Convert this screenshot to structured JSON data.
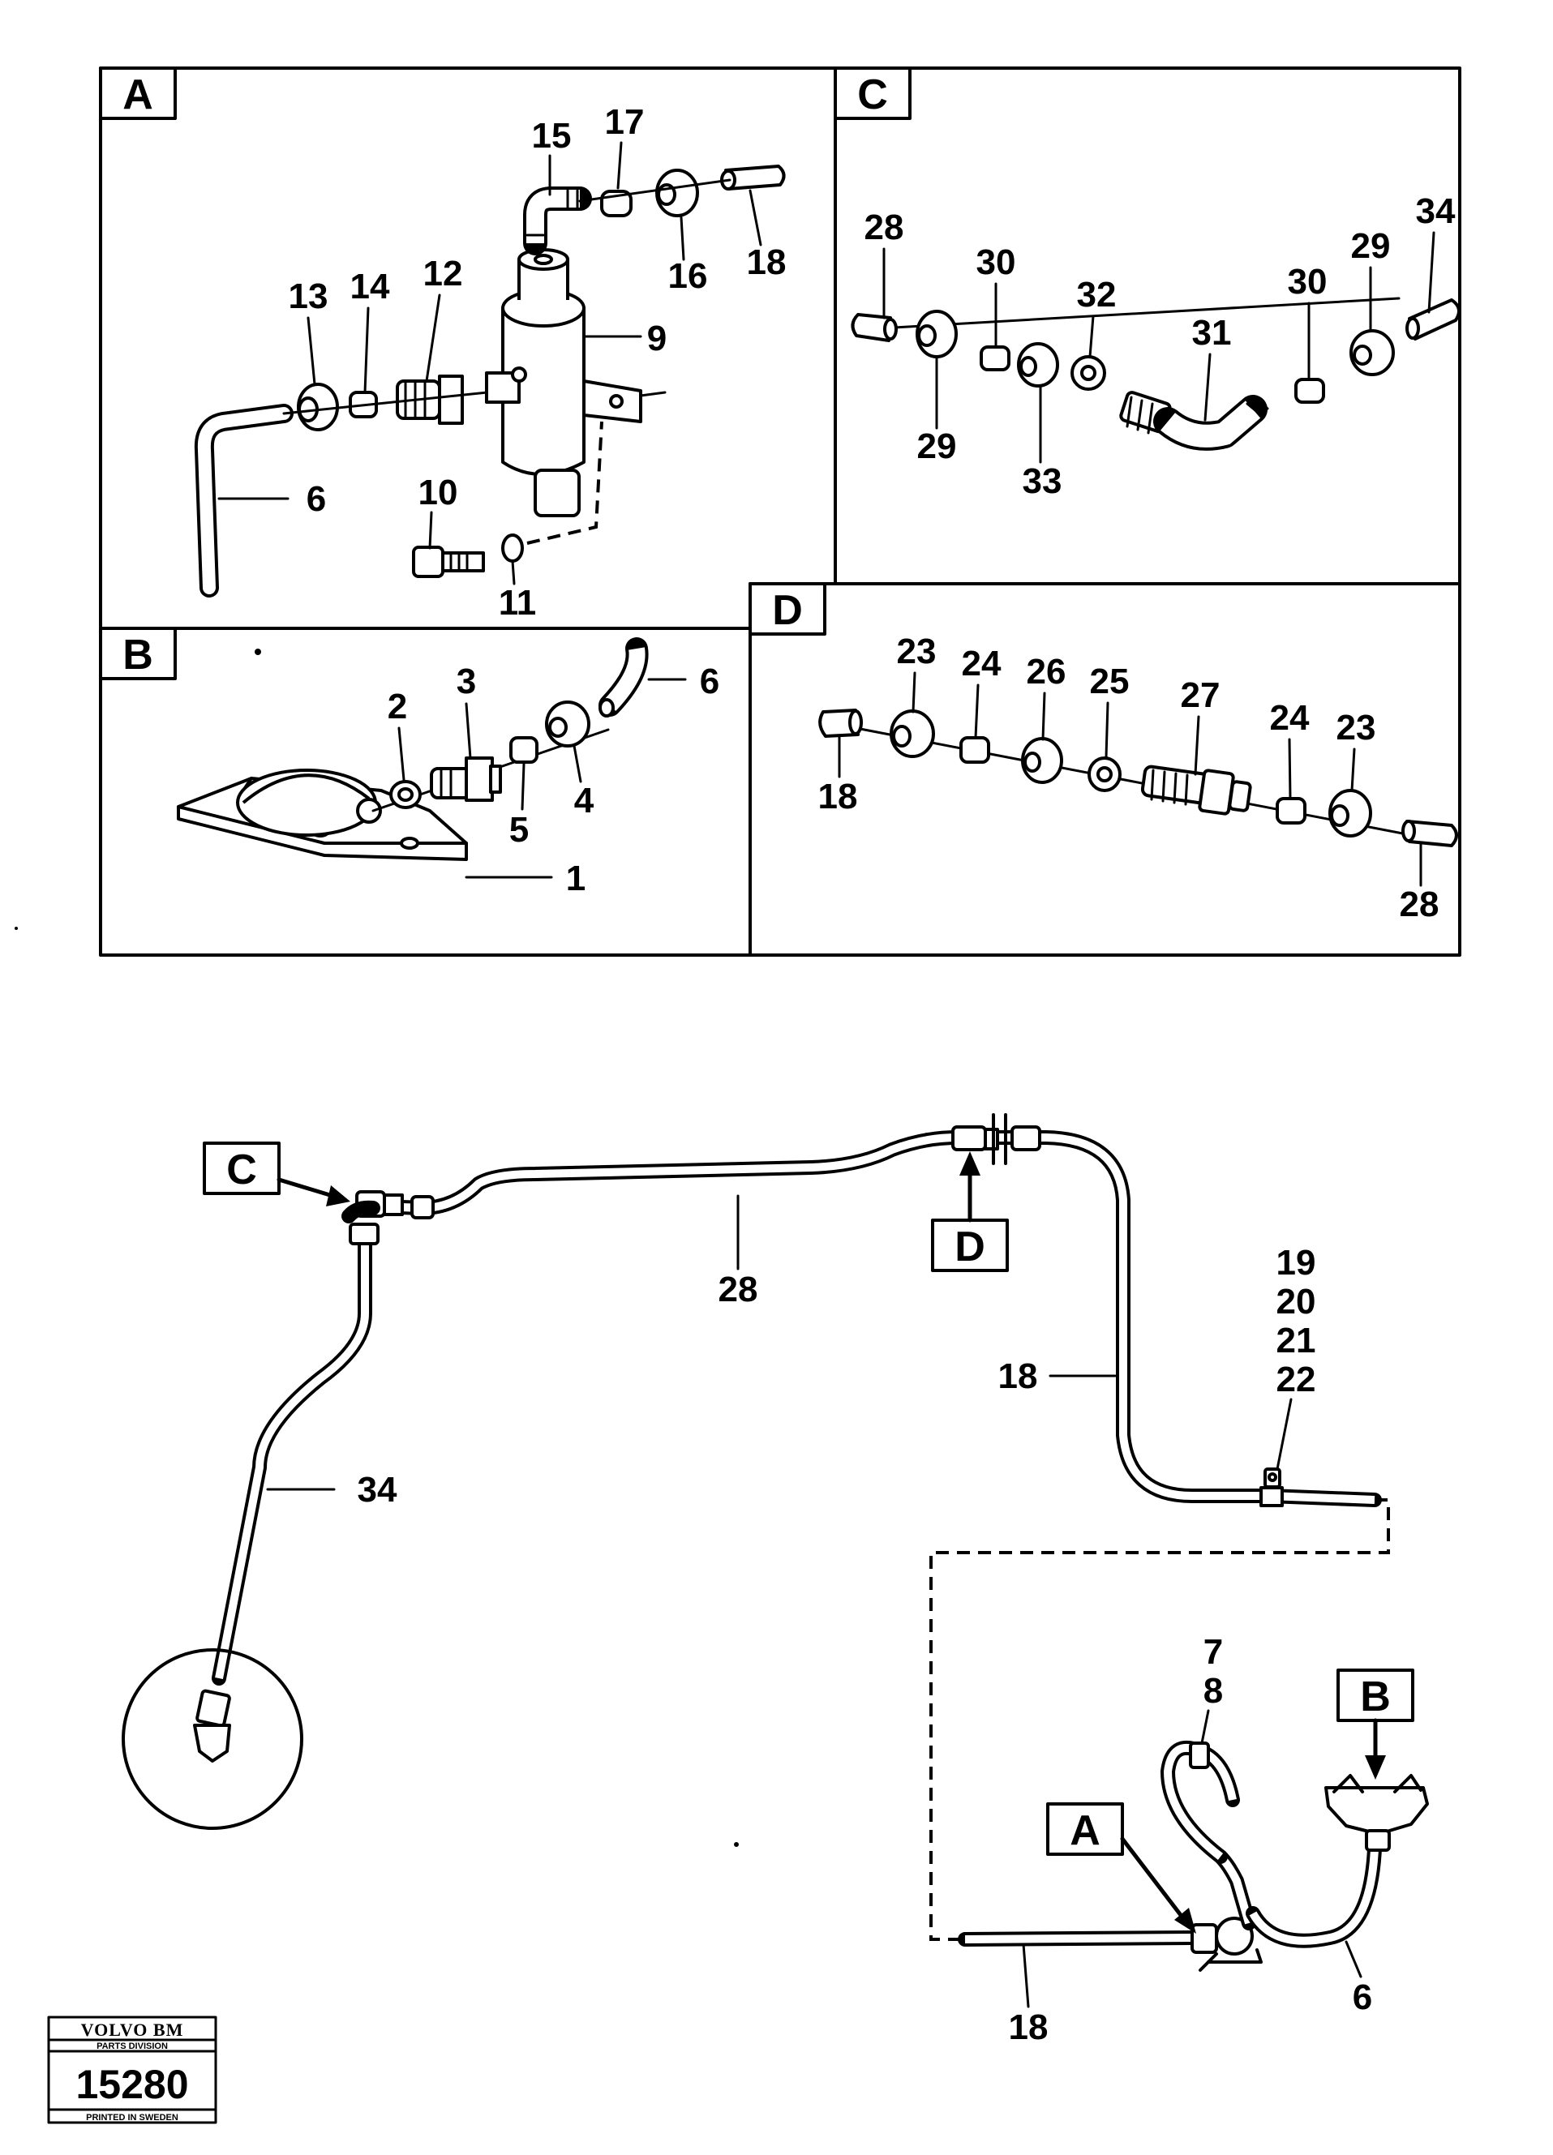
{
  "panels": {
    "a": "A",
    "b": "B",
    "c": "C",
    "d": "D"
  },
  "panel_a_labels": {
    "l6": "6",
    "l9": "9",
    "l10": "10",
    "l11": "11",
    "l12": "12",
    "l13": "13",
    "l14": "14",
    "l15": "15",
    "l16": "16",
    "l17": "17",
    "l18": "18"
  },
  "panel_b_labels": {
    "l1": "1",
    "l2": "2",
    "l3": "3",
    "l4": "4",
    "l5": "5",
    "l6": "6"
  },
  "panel_c_labels": {
    "l28": "28",
    "l29a": "29",
    "l29b": "29",
    "l30a": "30",
    "l30b": "30",
    "l31": "31",
    "l32": "32",
    "l33": "33",
    "l34": "34"
  },
  "panel_d_labels": {
    "l18": "18",
    "l23a": "23",
    "l23b": "23",
    "l24a": "24",
    "l24b": "24",
    "l25": "25",
    "l26": "26",
    "l27": "27",
    "l28": "28"
  },
  "overview": {
    "tag_c": "C",
    "tag_d": "D",
    "tag_a": "A",
    "tag_b": "B",
    "l28": "28",
    "l34": "34",
    "l18_upper": "18",
    "l18_lower": "18",
    "l19": "19",
    "l20": "20",
    "l21": "21",
    "l22": "22",
    "l7": "7",
    "l8": "8",
    "l6": "6"
  },
  "stamp": {
    "brand": "VOLVO BM",
    "division": "PARTS DIVISION",
    "number": "15280",
    "printed": "PRINTED IN SWEDEN"
  }
}
